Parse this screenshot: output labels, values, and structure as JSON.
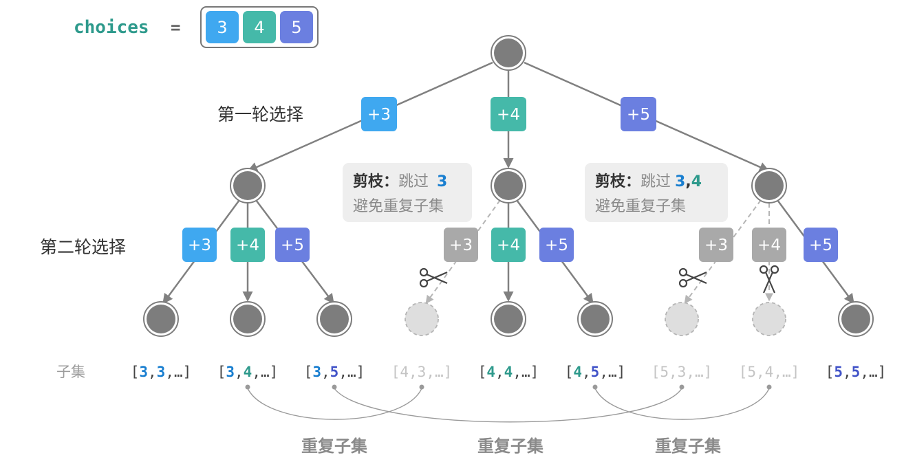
{
  "header": {
    "label": "choices",
    "equals": "=",
    "choices": [
      "3",
      "4",
      "5"
    ]
  },
  "levels": {
    "first": "第一轮选择",
    "second": "第二轮选择"
  },
  "ops": {
    "level1": [
      "+3",
      "+4",
      "+5"
    ],
    "level2": [
      "+3",
      "+4",
      "+5",
      "+3",
      "+4",
      "+5",
      "+3",
      "+4",
      "+5"
    ]
  },
  "prune_notes": [
    {
      "title": "剪枝：",
      "skip": "跳过",
      "values": [
        "3"
      ],
      "desc": "避免重复子集"
    },
    {
      "title": "剪枝：",
      "skip": "跳过",
      "values": [
        "3",
        ",",
        "4"
      ],
      "desc": "避免重复子集"
    }
  ],
  "subsets_label": "子集",
  "subsets": [
    {
      "a": "3",
      "b": "3",
      "pruned": false
    },
    {
      "a": "3",
      "b": "4",
      "pruned": false
    },
    {
      "a": "3",
      "b": "5",
      "pruned": false
    },
    {
      "a": "4",
      "b": "3",
      "pruned": true
    },
    {
      "a": "4",
      "b": "4",
      "pruned": false
    },
    {
      "a": "4",
      "b": "5",
      "pruned": false
    },
    {
      "a": "5",
      "b": "3",
      "pruned": true
    },
    {
      "a": "5",
      "b": "4",
      "pruned": true
    },
    {
      "a": "5",
      "b": "5",
      "pruned": false
    }
  ],
  "ellipsis": "…",
  "duplicate_label": "重复子集",
  "colors": {
    "c3": "#3fa8f0",
    "c4": "#45b9a9",
    "c5": "#6b7fe0",
    "t3": "#1a7fd0",
    "t4": "#2e9a8c",
    "t5": "#4254c8",
    "node": "#7d7d7d",
    "edge": "#808080",
    "pruned_op": "#a9a9a9",
    "pruned_node": "#dedede",
    "note_bg": "#eeeeee",
    "gray_text": "#9b9b9b",
    "arc": "#9a9a9a"
  }
}
